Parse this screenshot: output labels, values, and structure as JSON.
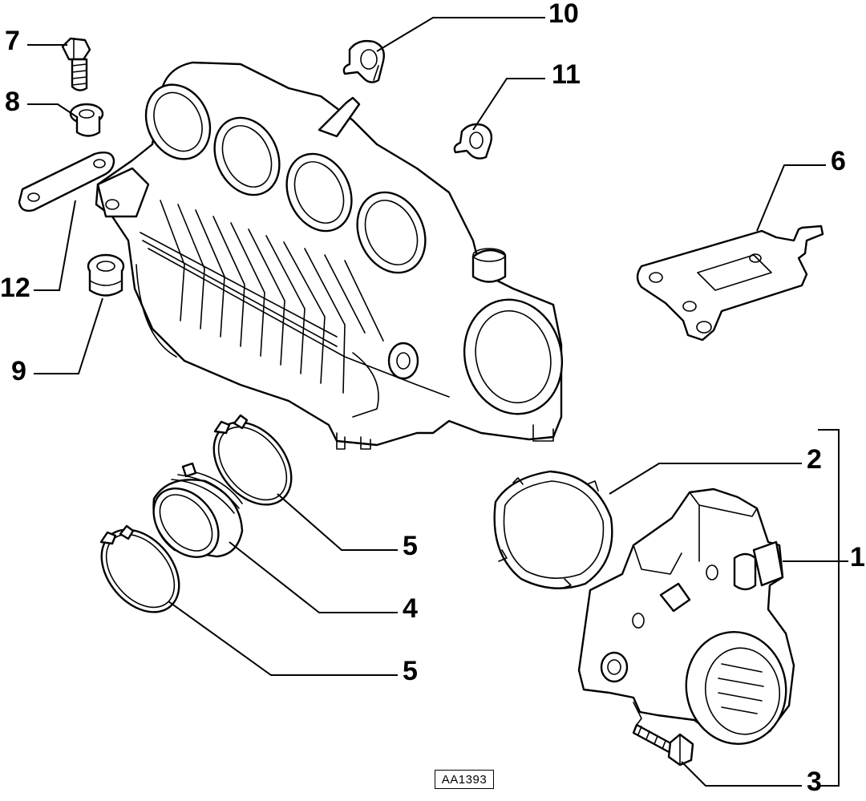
{
  "diagram": {
    "reference_code": "AA1393",
    "callouts": [
      {
        "number": "1"
      },
      {
        "number": "2"
      },
      {
        "number": "3"
      },
      {
        "number": "4"
      },
      {
        "number": "5"
      },
      {
        "number": "5"
      },
      {
        "number": "6"
      },
      {
        "number": "7"
      },
      {
        "number": "8"
      },
      {
        "number": "9"
      },
      {
        "number": "10"
      },
      {
        "number": "11"
      },
      {
        "number": "12"
      }
    ],
    "parts": [
      {
        "icon": "intake-manifold-icon"
      },
      {
        "icon": "throttle-body-icon"
      },
      {
        "icon": "gasket-ring-icon"
      },
      {
        "icon": "bolt-icon"
      },
      {
        "icon": "rubber-sleeve-icon"
      },
      {
        "icon": "hose-clamp-icon"
      },
      {
        "icon": "bracket-plate-icon"
      },
      {
        "icon": "bushing-icon"
      },
      {
        "icon": "grommet-icon"
      },
      {
        "icon": "pipe-clip-icon"
      },
      {
        "icon": "spacer-plate-icon"
      }
    ]
  }
}
